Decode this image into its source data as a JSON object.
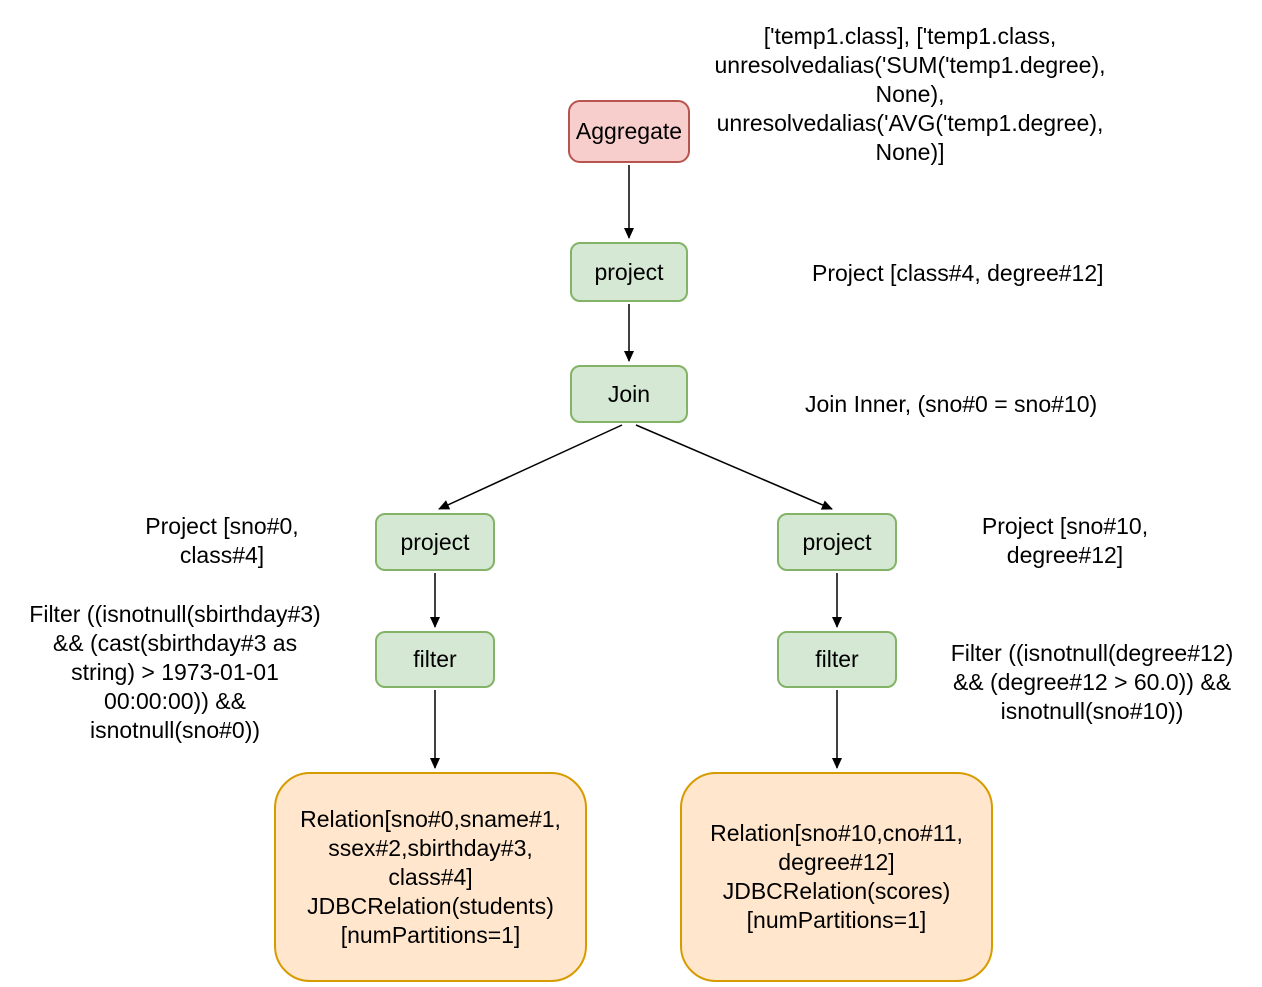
{
  "colors": {
    "node_red_fill": "#f8cecc",
    "node_red_stroke": "#b85450",
    "node_green_fill": "#d5e8d4",
    "node_green_stroke": "#82b366",
    "node_orange_fill": "#ffe6cc",
    "node_orange_stroke": "#d79b00",
    "arrow": "#000000",
    "text": "#000000"
  },
  "nodes": {
    "aggregate": {
      "label": "Aggregate",
      "type": "red"
    },
    "project_top": {
      "label": "project",
      "type": "green"
    },
    "join": {
      "label": "Join",
      "type": "green"
    },
    "project_left": {
      "label": "project",
      "type": "green"
    },
    "project_right": {
      "label": "project",
      "type": "green"
    },
    "filter_left": {
      "label": "filter",
      "type": "green"
    },
    "filter_right": {
      "label": "filter",
      "type": "green"
    },
    "relation_left": {
      "label": "Relation[sno#0,sname#1,\nssex#2,sbirthday#3,\nclass#4]\nJDBCRelation(students)\n[numPartitions=1]",
      "type": "orange"
    },
    "relation_right": {
      "label": "Relation[sno#10,cno#11,\ndegree#12]\nJDBCRelation(scores)\n[numPartitions=1]",
      "type": "orange"
    }
  },
  "annotations": {
    "aggregate": "['temp1.class], ['temp1.class,\nunresolvedalias('SUM('temp1.degree),\nNone),\nunresolvedalias('AVG('temp1.degree),\nNone)]",
    "project_top": "Project [class#4, degree#12]",
    "join": "Join Inner, (sno#0 = sno#10)",
    "project_left": "Project [sno#0,\nclass#4]",
    "project_right": "Project [sno#10,\ndegree#12]",
    "filter_left": "Filter ((isnotnull(sbirthday#3)\n&& (cast(sbirthday#3 as\nstring) > 1973-01-01\n00:00:00)) &&\nisnotnull(sno#0))",
    "filter_right": "Filter ((isnotnull(degree#12)\n&& (degree#12 > 60.0)) &&\nisnotnull(sno#10))"
  },
  "edges": [
    {
      "from": "aggregate",
      "to": "project_top"
    },
    {
      "from": "project_top",
      "to": "join"
    },
    {
      "from": "join",
      "to": "project_left"
    },
    {
      "from": "join",
      "to": "project_right"
    },
    {
      "from": "project_left",
      "to": "filter_left"
    },
    {
      "from": "project_right",
      "to": "filter_right"
    },
    {
      "from": "filter_left",
      "to": "relation_left"
    },
    {
      "from": "filter_right",
      "to": "relation_right"
    }
  ]
}
